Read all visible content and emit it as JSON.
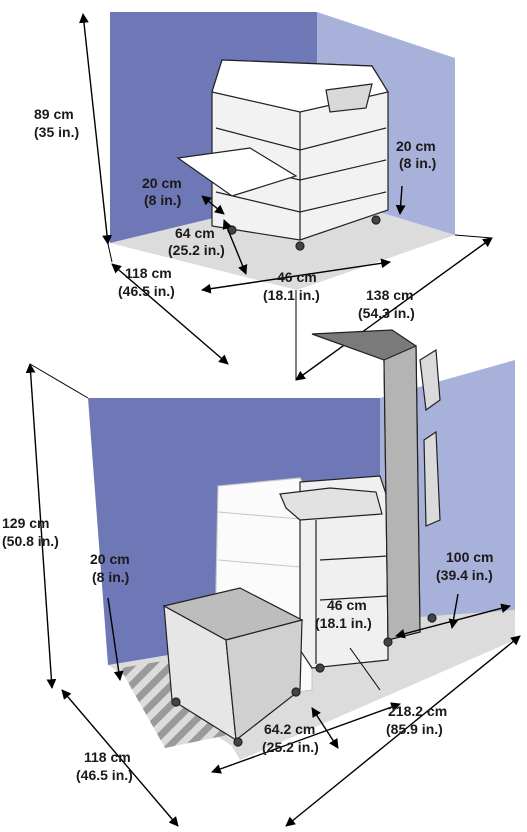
{
  "colors": {
    "wall_back": "#6e78b6",
    "wall_side": "#a8b1d9",
    "floor": "#dcdcdc",
    "stripe": "#9a9a9a",
    "arrow": "#000000"
  },
  "top": {
    "height_cm": "89 cm",
    "height_in": "(35 in.)",
    "clear_left_cm": "20 cm",
    "clear_left_in": "(8 in.)",
    "clear_right_cm": "20 cm",
    "clear_right_in": "(8 in.)",
    "front_cm": "64 cm",
    "front_in": "(25.2 in.)",
    "rear_cm": "46 cm",
    "rear_in": "(18.1 in.)",
    "depth_cm": "118 cm",
    "depth_in": "(46.5 in.)",
    "width_cm": "138 cm",
    "width_in": "(54.3 in.)"
  },
  "bottom": {
    "height_cm": "129 cm",
    "height_in": "(50.8 in.)",
    "clear_left_cm": "20 cm",
    "clear_left_in": "(8 in.)",
    "clear_right_cm": "100 cm",
    "clear_right_in": "(39.4 in.)",
    "rear_cm": "46 cm",
    "rear_in": "(18.1 in.)",
    "front_cm": "64.2 cm",
    "front_in": "(25.2 in.)",
    "width_cm": "218.2 cm",
    "width_in": "(85.9 in.)",
    "depth_cm": "118 cm",
    "depth_in": "(46.5 in.)"
  }
}
